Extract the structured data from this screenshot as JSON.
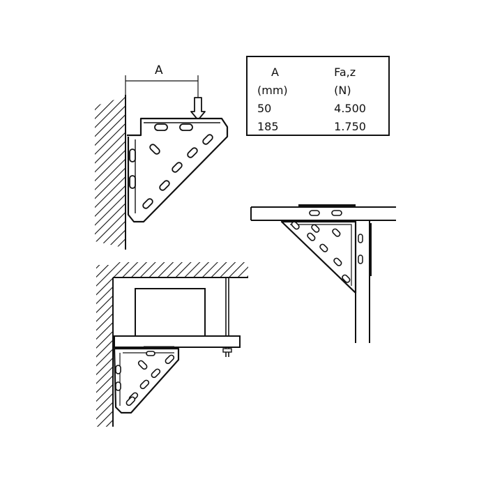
{
  "dimension_label": "A",
  "table": {
    "headers": [
      "A",
      "Fa,z"
    ],
    "units": [
      "(mm)",
      "(N)"
    ],
    "rows": [
      [
        "50",
        "4.500"
      ],
      [
        "185",
        "1.750"
      ]
    ]
  }
}
